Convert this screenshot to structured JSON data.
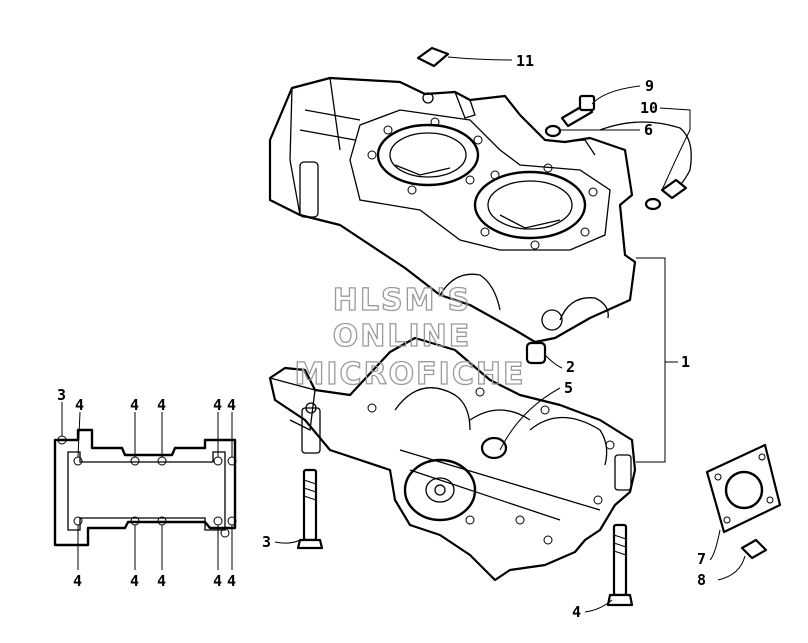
{
  "diagram": {
    "watermark": [
      "HLSM'S",
      "ONLINE",
      "MICROFICHE"
    ],
    "callouts": {
      "c1": "1",
      "c2": "2",
      "c3": "3",
      "c4": "4",
      "c5": "5",
      "c6": "6",
      "c7": "7",
      "c8": "8",
      "c9": "9",
      "c10": "10",
      "c11": "11"
    }
  }
}
